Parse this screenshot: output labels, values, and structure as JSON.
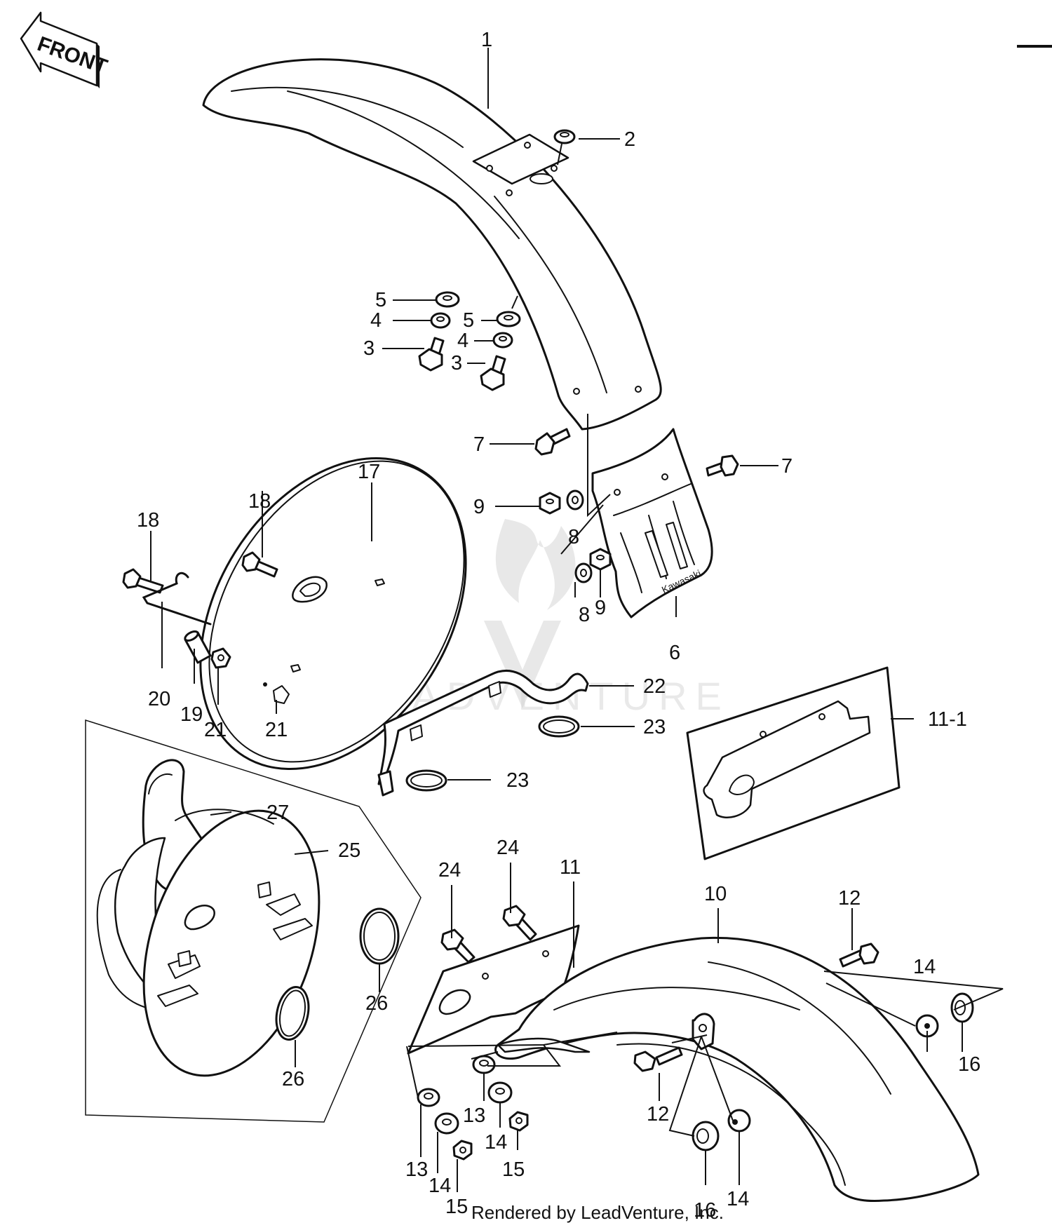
{
  "direction_label": "FRONT",
  "credit": "Rendered by LeadVenture, Inc.",
  "watermark_text": "LEADVENTURE",
  "callouts": [
    {
      "id": "c1",
      "text": "1"
    },
    {
      "id": "c2",
      "text": "2"
    },
    {
      "id": "c5a",
      "text": "5"
    },
    {
      "id": "c4a",
      "text": "4"
    },
    {
      "id": "c3a",
      "text": "3"
    },
    {
      "id": "c5b",
      "text": "5"
    },
    {
      "id": "c4b",
      "text": "4"
    },
    {
      "id": "c3b",
      "text": "3"
    },
    {
      "id": "c7a",
      "text": "7"
    },
    {
      "id": "c7b",
      "text": "7"
    },
    {
      "id": "c9a",
      "text": "9"
    },
    {
      "id": "c8a",
      "text": "8"
    },
    {
      "id": "c8b",
      "text": "8"
    },
    {
      "id": "c9b",
      "text": "9"
    },
    {
      "id": "c6",
      "text": "6"
    },
    {
      "id": "c17",
      "text": "17"
    },
    {
      "id": "c18a",
      "text": "18"
    },
    {
      "id": "c18b",
      "text": "18"
    },
    {
      "id": "c20",
      "text": "20"
    },
    {
      "id": "c19",
      "text": "19"
    },
    {
      "id": "c21a",
      "text": "21"
    },
    {
      "id": "c21b",
      "text": "21"
    },
    {
      "id": "c22",
      "text": "22"
    },
    {
      "id": "c23a",
      "text": "23"
    },
    {
      "id": "c23b",
      "text": "23"
    },
    {
      "id": "c11-1",
      "text": "11-1"
    },
    {
      "id": "c27",
      "text": "27"
    },
    {
      "id": "c25",
      "text": "25"
    },
    {
      "id": "c26a",
      "text": "26"
    },
    {
      "id": "c26b",
      "text": "26"
    },
    {
      "id": "c24a",
      "text": "24"
    },
    {
      "id": "c24b",
      "text": "24"
    },
    {
      "id": "c11",
      "text": "11"
    },
    {
      "id": "c10",
      "text": "10"
    },
    {
      "id": "c12a",
      "text": "12"
    },
    {
      "id": "c14a",
      "text": "14"
    },
    {
      "id": "c16a",
      "text": "16"
    },
    {
      "id": "c12b",
      "text": "12"
    },
    {
      "id": "c13a",
      "text": "13"
    },
    {
      "id": "c13b",
      "text": "13"
    },
    {
      "id": "c14b",
      "text": "14"
    },
    {
      "id": "c14c",
      "text": "14"
    },
    {
      "id": "c15a",
      "text": "15"
    },
    {
      "id": "c15b",
      "text": "15"
    },
    {
      "id": "c16b",
      "text": "16"
    },
    {
      "id": "c14d",
      "text": "14"
    }
  ]
}
